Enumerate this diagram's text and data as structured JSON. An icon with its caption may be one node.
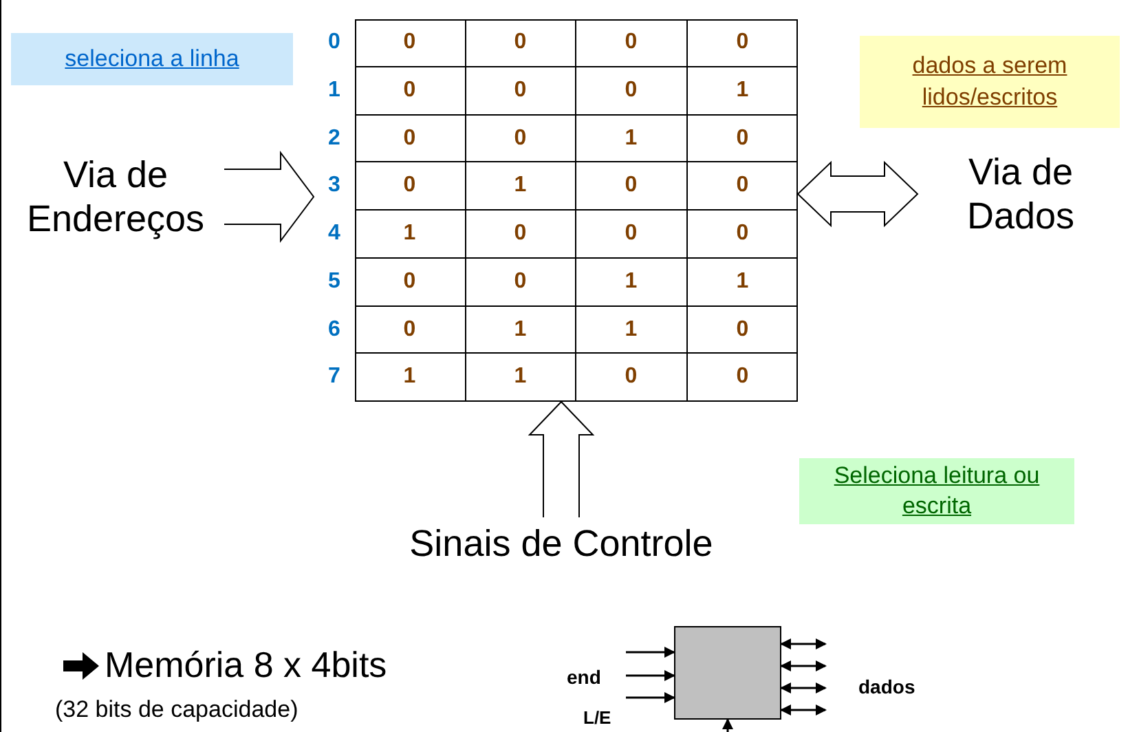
{
  "diagram": {
    "nodes": [
      {
        "text": [],
        "shape": "box"
      },
      {
        "text": [
          "Via de Endereços"
        ]
      },
      {
        "text": [
          "Via de Dados"
        ]
      },
      {
        "text": [
          "Sinais de Controle"
        ]
      },
      {
        "text": [
          "seleciona a linha"
        ]
      },
      {
        "text": [
          "dados a serem lidos/escritos"
        ]
      },
      {
        "text": [
          "Seleciona leitura ou escrita"
        ]
      },
      {
        "text": [],
        "shape": "box"
      }
    ],
    "edges": [
      {
        "from": 1,
        "to": 0,
        "arrow": "to"
      },
      {
        "from": 0,
        "to": 2,
        "arrow": "both"
      },
      {
        "from": 3,
        "to": 0,
        "arrow": "to"
      },
      {
        "from": null,
        "to": 7,
        "arrow": "to"
      },
      {
        "from": null,
        "to": 7,
        "arrow": "to"
      },
      {
        "from": null,
        "to": 7,
        "arrow": "to"
      },
      {
        "from": 7,
        "to": null,
        "arrow": "both"
      },
      {
        "from": 7,
        "to": null,
        "arrow": "both"
      },
      {
        "from": 7,
        "to": null,
        "arrow": "both"
      },
      {
        "from": 7,
        "to": null,
        "arrow": "both"
      },
      {
        "from": null,
        "to": 7,
        "arrow": "to"
      }
    ],
    "labels": [
      "0",
      "0",
      "0",
      "0",
      "0",
      "1",
      "0",
      "0",
      "0",
      "1",
      "2",
      "0",
      "0",
      "1",
      "0",
      "3",
      "0",
      "1",
      "0",
      "0",
      "4",
      "1",
      "0",
      "0",
      "0",
      "5",
      "0",
      "0",
      "1",
      "1",
      "6",
      "0",
      "1",
      "1",
      "0",
      "7",
      "1",
      "1",
      "0",
      "0",
      "Memória 8 x 4bits",
      "(32 bits de capacidade)",
      "end",
      "dados",
      "L/E"
    ]
  }
}
